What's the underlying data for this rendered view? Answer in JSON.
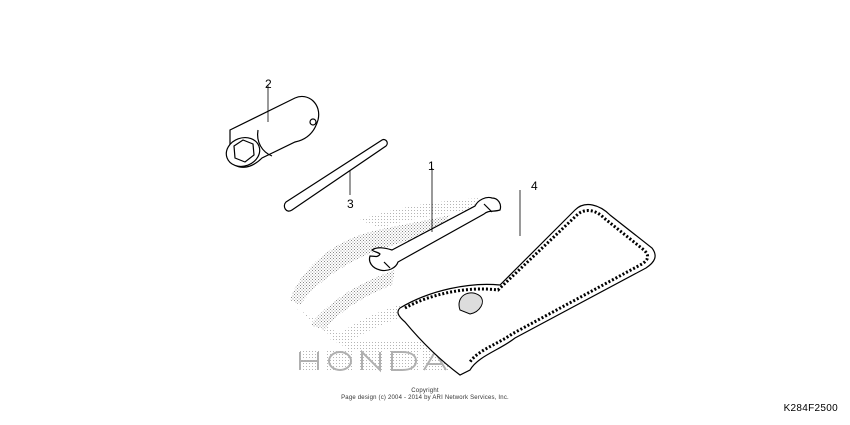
{
  "callouts": {
    "wrench": "1",
    "socket_wrench": "2",
    "handle_bar": "3",
    "tool_bag": "4"
  },
  "watermark": {
    "brand_text": "HONDA"
  },
  "copyright": {
    "line1": "Copyright",
    "line2": "Page design (c) 2004 - 2014 by ARI Network Services, Inc."
  },
  "diagram_code": "K284F2500"
}
